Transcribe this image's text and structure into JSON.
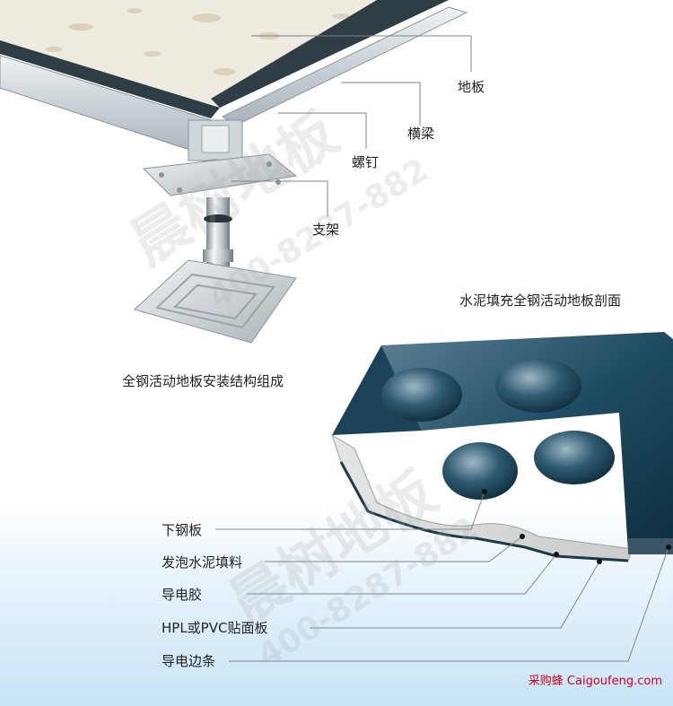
{
  "assembly": {
    "labels": {
      "floor": "地板",
      "beam": "横梁",
      "screw": "螺钉",
      "bracket": "支架"
    },
    "caption": "全钢活动地板安装结构组成"
  },
  "section": {
    "title": "水泥填充全钢活动地板剖面",
    "labels": {
      "lower_steel": "下钢板",
      "foam_cement": "发泡水泥填料",
      "conductive_glue": "导电胶",
      "hpl_pvc": "HPL或PVC贴面板",
      "edge_strip": "导电边条"
    }
  },
  "watermark": {
    "text": "晨树地板",
    "phone": "400-8287-882"
  },
  "credit": "采购蜂 Caigoufeng.com"
}
